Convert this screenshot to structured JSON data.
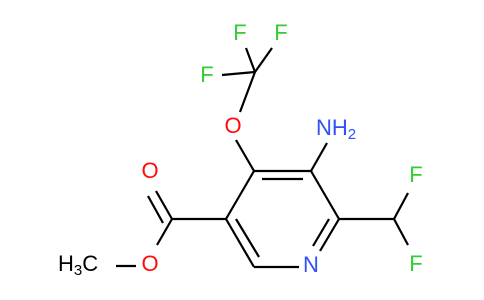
{
  "structure": {
    "type": "skeletal-formula",
    "colors": {
      "bond": "#000000",
      "fluorine": "#33cc33",
      "oxygen": "#ff0d0d",
      "nitrogen": "#3050f8"
    },
    "atoms": {
      "f_top_left": "F",
      "f_top_right": "F",
      "f_cf3_left": "F",
      "ether_o": "O",
      "amino_n": "NH",
      "amino_sub": "2",
      "carbonyl_o": "O",
      "ester_o": "O",
      "methyl_h": "H",
      "methyl_sub": "3",
      "methyl_c": "C",
      "ring_n": "N",
      "chf2_f_top": "F",
      "chf2_f_bottom": "F"
    }
  }
}
